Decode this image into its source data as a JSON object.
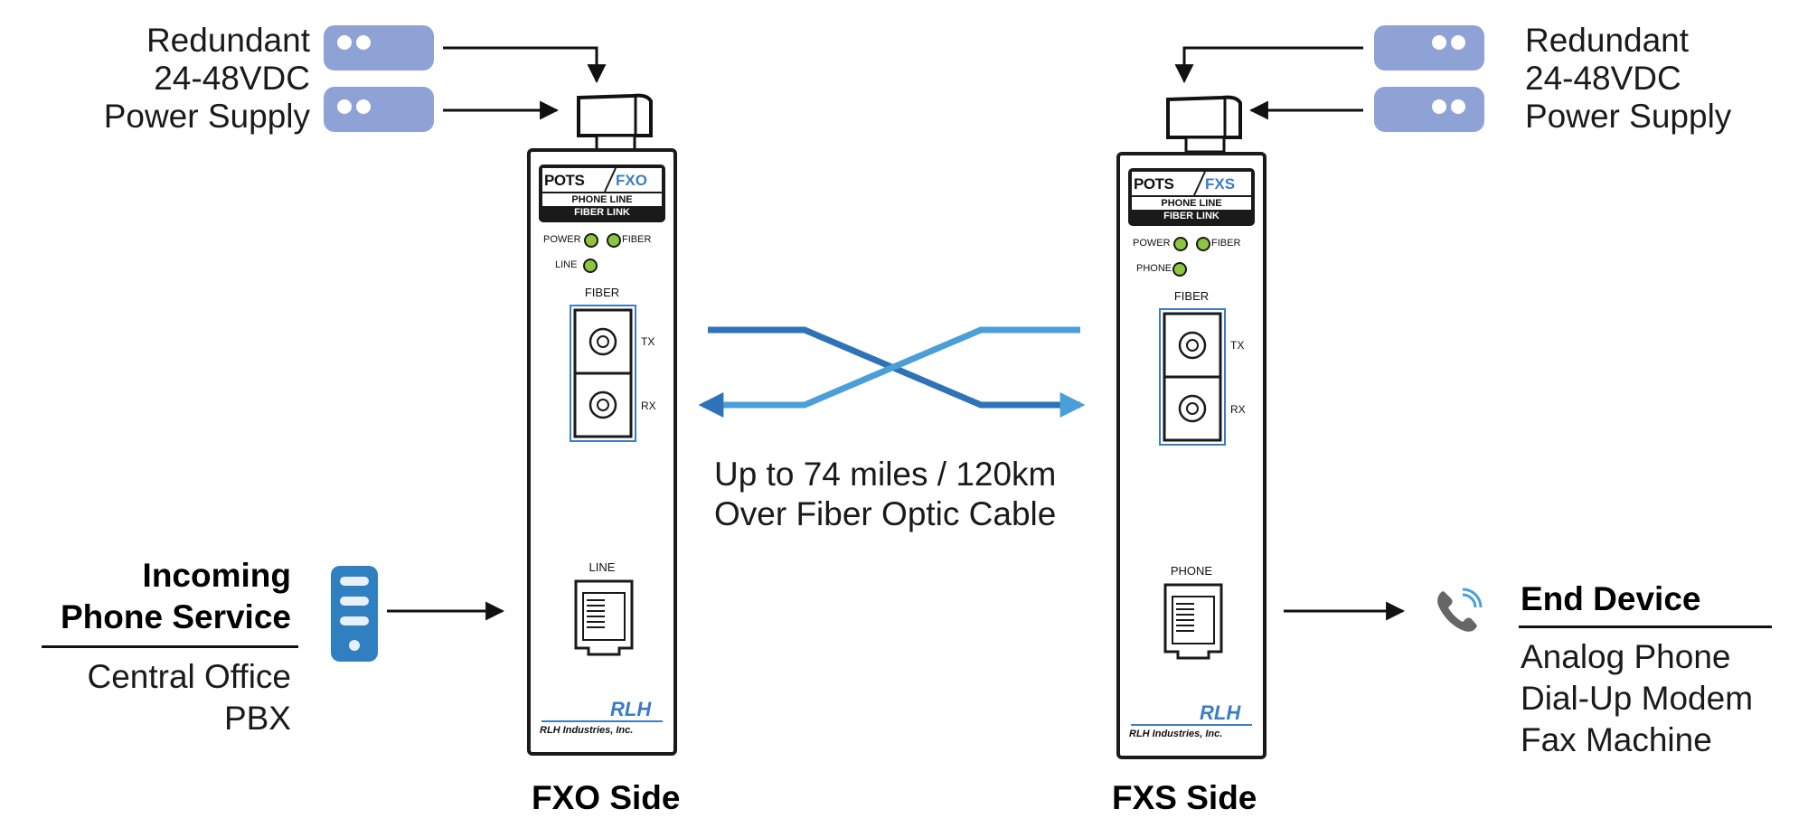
{
  "left": {
    "power_label": [
      "Redundant",
      "24-48VDC",
      "Power Supply"
    ],
    "device": {
      "brand_left": "POTS",
      "brand_right": "FXO",
      "line1": "PHONE LINE",
      "line2": "FIBER LINK",
      "led_power": "POWER",
      "led_fiber": "FIBER",
      "led_third": "LINE",
      "port_fiber": "FIBER",
      "tx": "TX",
      "rx": "RX",
      "port_jack": "LINE",
      "logo": "RLH",
      "maker": "RLH Industries, Inc."
    },
    "side_label": "FXO Side",
    "service_title": [
      "Incoming",
      "Phone Service"
    ],
    "service_items": [
      "Central Office",
      "PBX"
    ]
  },
  "right": {
    "power_label": [
      "Redundant",
      "24-48VDC",
      "Power Supply"
    ],
    "device": {
      "brand_left": "POTS",
      "brand_right": "FXS",
      "line1": "PHONE LINE",
      "line2": "FIBER LINK",
      "led_power": "POWER",
      "led_fiber": "FIBER",
      "led_third": "PHONE",
      "port_fiber": "FIBER",
      "tx": "TX",
      "rx": "RX",
      "port_jack": "PHONE",
      "logo": "RLH",
      "maker": "RLH Industries, Inc."
    },
    "side_label": "FXS Side",
    "end_title": "End Device",
    "end_items": [
      "Analog Phone",
      "Dial-Up Modem",
      "Fax Machine"
    ]
  },
  "link_caption": [
    "Up to 74 miles / 120km",
    "Over Fiber Optic Cable"
  ],
  "colors": {
    "psu": "#8ea2d6",
    "led": "#8cc63f",
    "fiber_dark": "#2e73b8",
    "fiber_light": "#4a9fd8",
    "server": "#2f7fc1",
    "accent_blue": "#3b7cc4"
  },
  "icons": [
    "power-supply-icon",
    "power-connector-icon",
    "server-icon",
    "phone-icon",
    "fiber-cross-icon"
  ]
}
